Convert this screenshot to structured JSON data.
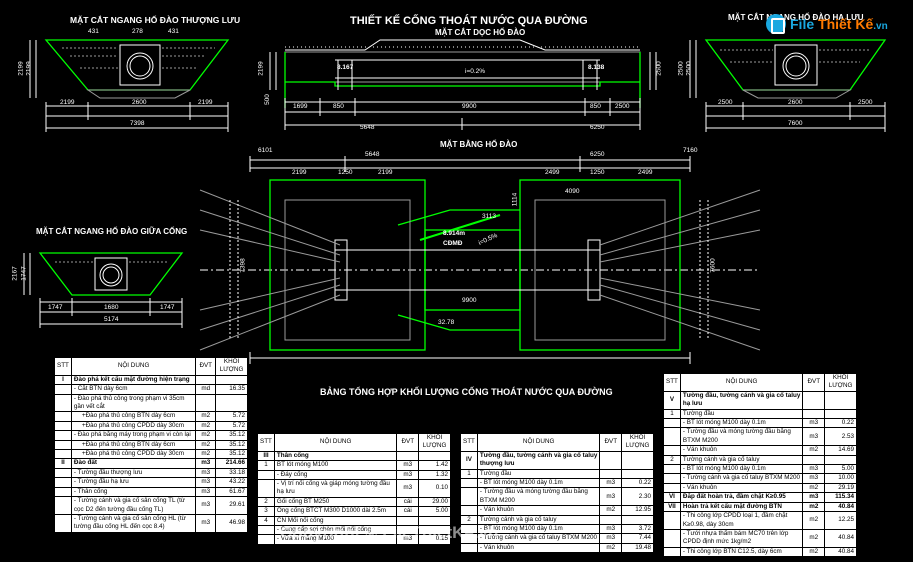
{
  "main_title": "THIẾT KẾ CỐNG THOÁT NƯỚC QUA ĐƯỜNG",
  "views": {
    "left_section": "MẶT CẮT NGANG HỐ ĐÀO THƯỢNG LƯU",
    "long_section": "MẶT CẮT DỌC HỐ ĐÀO",
    "right_section": "MẶT CẮT NGANG HỐ ĐÀO HẠ LƯU",
    "plan": "MẶT BẰNG HỐ ĐÀO",
    "mid_section": "MẶT CẮT NGANG HỐ ĐÀO GIỮA CỐNG"
  },
  "summary_title": "BẢNG TỔNG HỢP KHỐI LƯỢNG CỐNG THOÁT NƯỚC QUA ĐƯỜNG",
  "dims": {
    "ls_left": "2199",
    "ls_mid": "2600",
    "ls_right": "2199",
    "ls_total": "7398",
    "ls_h": "2199",
    "ls_h2": "2199",
    "ls_top1": "431",
    "ls_top2": "278",
    "ls_top3": "431",
    "lg_l1": "1699",
    "lg_l2": "850",
    "lg_l3": "9900",
    "lg_l4": "850",
    "lg_l5": "2500",
    "lg_b1": "5648",
    "lg_b2": "6250",
    "lg_lv1": "8.167",
    "lg_lv2": "8.138",
    "lg_slope": "i=0.2%",
    "lg_h1": "2199",
    "lg_h2": "500",
    "lg_h3": "2500",
    "rs_left": "2500",
    "rs_mid": "2600",
    "rs_right": "2500",
    "rs_total": "7600",
    "rs_h": "2500",
    "rs_h2": "2500",
    "pl_t1": "6101",
    "pl_t2": "5648",
    "pl_t3": "6250",
    "pl_t4": "7160",
    "pl_s1": "2199",
    "pl_s2": "1250",
    "pl_s3": "2199",
    "pl_s4": "2499",
    "pl_s5": "1250",
    "pl_s6": "2499",
    "pl_c1": "4090",
    "pl_c2": "1114",
    "pl_c3": "3113",
    "pl_lv": "8.914m",
    "pl_lv2": "CĐMĐ",
    "pl_len": "9900",
    "pl_len2": "32.78",
    "pl_v1": "7398",
    "pl_v2": "7600",
    "pl_slope": "i=0.5%",
    "ms_h1": "2167",
    "ms_h2": "1747",
    "ms_b1": "1680",
    "ms_b2": "5174",
    "ms_s1": "1747",
    "ms_s2": "1747"
  },
  "table_headers": {
    "stt": "STT",
    "content": "NỘI DUNG",
    "unit": "ĐVT",
    "qty": "KHỐI LƯỢNG"
  },
  "table1": [
    {
      "stt": "I",
      "content": "Đào phá kết cấu mặt đường hiện trạng",
      "unit": "",
      "qty": "",
      "group": true
    },
    {
      "stt": "",
      "content": "- Cắt BTN dày 6cm",
      "unit": "md",
      "qty": "16.35"
    },
    {
      "stt": "",
      "content": "- Đào phá thủ công trong phạm vi 35cm gần vết cắt",
      "unit": "",
      "qty": ""
    },
    {
      "stt": "",
      "content": "+Đào phá thủ công BTN dày 6cm",
      "unit": "m2",
      "qty": "5.72"
    },
    {
      "stt": "",
      "content": "+Đào phá thủ công CPDD dày 30cm",
      "unit": "m2",
      "qty": "5.72"
    },
    {
      "stt": "",
      "content": "- Đào phá bằng máy trong phạm vi còn lại",
      "unit": "m2",
      "qty": "35.12"
    },
    {
      "stt": "",
      "content": "+Đào phá thủ công BTN dày 6cm",
      "unit": "m2",
      "qty": "35.12"
    },
    {
      "stt": "",
      "content": "+Đào phá thủ công CPDD dày 30cm",
      "unit": "m2",
      "qty": "35.12"
    },
    {
      "stt": "II",
      "content": "Đào đất",
      "unit": "m3",
      "qty": "214.66",
      "group": true
    },
    {
      "stt": "",
      "content": "- Tường đầu thượng lưu",
      "unit": "m3",
      "qty": "33.18"
    },
    {
      "stt": "",
      "content": "- Tường đầu hạ lưu",
      "unit": "m3",
      "qty": "43.22"
    },
    {
      "stt": "",
      "content": "- Thân cống",
      "unit": "m3",
      "qty": "61.67"
    },
    {
      "stt": "",
      "content": "- Tường cánh và gia cố sân cống TL (từ cọc D2 đến tường đầu cống TL)",
      "unit": "m3",
      "qty": "29.61"
    },
    {
      "stt": "",
      "content": "- Tường cánh và gia cố sân cống HL (từ tường đầu cống HL đến cọc 8.4)",
      "unit": "m3",
      "qty": "46.98"
    }
  ],
  "table2": [
    {
      "stt": "III",
      "content": "Thân cống",
      "unit": "",
      "qty": "",
      "group": true
    },
    {
      "stt": "1",
      "content": "BT lót móng M100",
      "unit": "m3",
      "qty": "1.42"
    },
    {
      "stt": "",
      "content": "- Đáy cống",
      "unit": "m3",
      "qty": "1.32"
    },
    {
      "stt": "",
      "content": "- Vị trí nối cống và giáp móng tường đầu hạ lưu",
      "unit": "m3",
      "qty": "0.10"
    },
    {
      "stt": "2",
      "content": "Gối cống BT M250",
      "unit": "cái",
      "qty": "29.00"
    },
    {
      "stt": "3",
      "content": "Ống cống BTCT M300 D1000 dài 2.5m",
      "unit": "cái",
      "qty": "5.00"
    },
    {
      "stt": "4",
      "content": "CN Mối nối cống",
      "unit": "",
      "qty": ""
    },
    {
      "stt": "",
      "content": "- Cung cấp sợi chèn mối nối cống",
      "unit": "",
      "qty": ""
    },
    {
      "stt": "",
      "content": "- Vữa xi măng M100",
      "unit": "m3",
      "qty": "0.15"
    }
  ],
  "table3": [
    {
      "stt": "IV",
      "content": "Tường đầu, tường cánh và gia cố taluy thượng lưu",
      "unit": "",
      "qty": "",
      "group": true
    },
    {
      "stt": "1",
      "content": "Tường đầu",
      "unit": "",
      "qty": ""
    },
    {
      "stt": "",
      "content": "- BT lót móng M100 dày 0.1m",
      "unit": "m3",
      "qty": "0.22"
    },
    {
      "stt": "",
      "content": "- Tường đầu và móng tường đầu bằng BTXM M200",
      "unit": "m3",
      "qty": "2.30"
    },
    {
      "stt": "",
      "content": "- Ván khuôn",
      "unit": "m2",
      "qty": "12.95"
    },
    {
      "stt": "2",
      "content": "Tường cánh và gia cố taluy",
      "unit": "",
      "qty": ""
    },
    {
      "stt": "",
      "content": "- BT lót móng M100 dày 0.1m",
      "unit": "m3",
      "qty": "3.72"
    },
    {
      "stt": "",
      "content": "- Tường cánh và gia cố taluy BTXM M200",
      "unit": "m3",
      "qty": "7.44"
    },
    {
      "stt": "",
      "content": "- Ván khuôn",
      "unit": "m2",
      "qty": "19.48"
    }
  ],
  "table4": [
    {
      "stt": "V",
      "content": "Tường đầu, tường cánh và gia cố taluy hạ lưu",
      "unit": "",
      "qty": "",
      "group": true
    },
    {
      "stt": "1",
      "content": "Tường đầu",
      "unit": "",
      "qty": ""
    },
    {
      "stt": "",
      "content": "- BT lót móng M100 dày 0.1m",
      "unit": "m3",
      "qty": "0.22"
    },
    {
      "stt": "",
      "content": "- Tường đầu và móng tường đầu bằng BTXM M200",
      "unit": "m3",
      "qty": "2.53"
    },
    {
      "stt": "",
      "content": "- Ván khuôn",
      "unit": "m2",
      "qty": "14.69"
    },
    {
      "stt": "2",
      "content": "Tường cánh và gia cố taluy",
      "unit": "",
      "qty": ""
    },
    {
      "stt": "",
      "content": "- BT lót móng M100 dày 0.1m",
      "unit": "m3",
      "qty": "5.00"
    },
    {
      "stt": "",
      "content": "- Tường cánh và gia cố taluy BTXM M200",
      "unit": "m3",
      "qty": "10.00"
    },
    {
      "stt": "",
      "content": "- Ván khuôn",
      "unit": "m2",
      "qty": "29.19"
    },
    {
      "stt": "VI",
      "content": "Đắp đất hoàn trả, đầm chặt K≥0.95",
      "unit": "m3",
      "qty": "115.34",
      "group": true
    },
    {
      "stt": "VII",
      "content": "Hoàn trả kết cấu mặt đường BTN",
      "unit": "m2",
      "qty": "40.84",
      "group": true
    },
    {
      "stt": "",
      "content": "- Thi công lớp CPDD loại 1, đầm chặt K≥0.98, dày 30cm",
      "unit": "m2",
      "qty": "12.25"
    },
    {
      "stt": "",
      "content": "- Tưới nhựa thấm bám MC70 trên lớp CPDD định mức 1kg/m2",
      "unit": "m2",
      "qty": "40.84"
    },
    {
      "stt": "",
      "content": "- Thi công lớp BTN C12.5, dày 6cm",
      "unit": "m2",
      "qty": "40.84"
    }
  ],
  "logo": {
    "word1": "File",
    "word2": "Thiết Kế",
    "suffix": ".vn"
  },
  "watermark": "Copyright © FileThietKe.vn",
  "colors": {
    "green": "#00ff00",
    "white": "#ffffff",
    "gray": "#9a9a9a",
    "yellow": "#ffff00",
    "magenta": "#ff00ff",
    "background": "#000000"
  }
}
